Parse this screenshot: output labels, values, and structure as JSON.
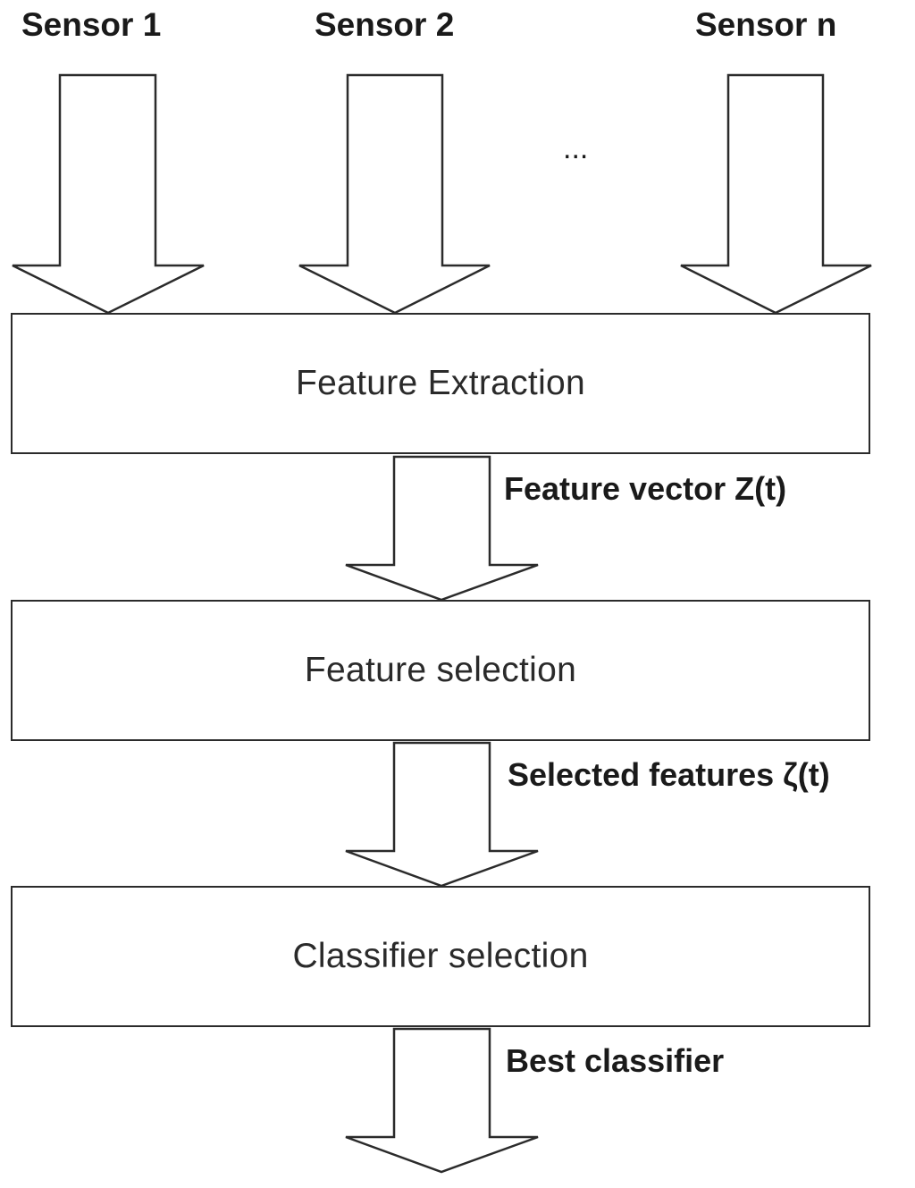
{
  "sensors": {
    "sensor_1": "Sensor 1",
    "sensor_2": "Sensor 2",
    "sensor_n": "Sensor n",
    "ellipsis": "..."
  },
  "stages": {
    "feature_extraction": "Feature Extraction",
    "feature_selection": "Feature selection",
    "classifier_selection": "Classifier selection"
  },
  "flows": {
    "feature_vector": "Feature vector Z(t)",
    "selected_features": "Selected features ζ(t)",
    "best_classifier": "Best classifier"
  },
  "colors": {
    "stroke": "#2b2b2b",
    "text": "#1a1a1a",
    "background": "#ffffff"
  }
}
